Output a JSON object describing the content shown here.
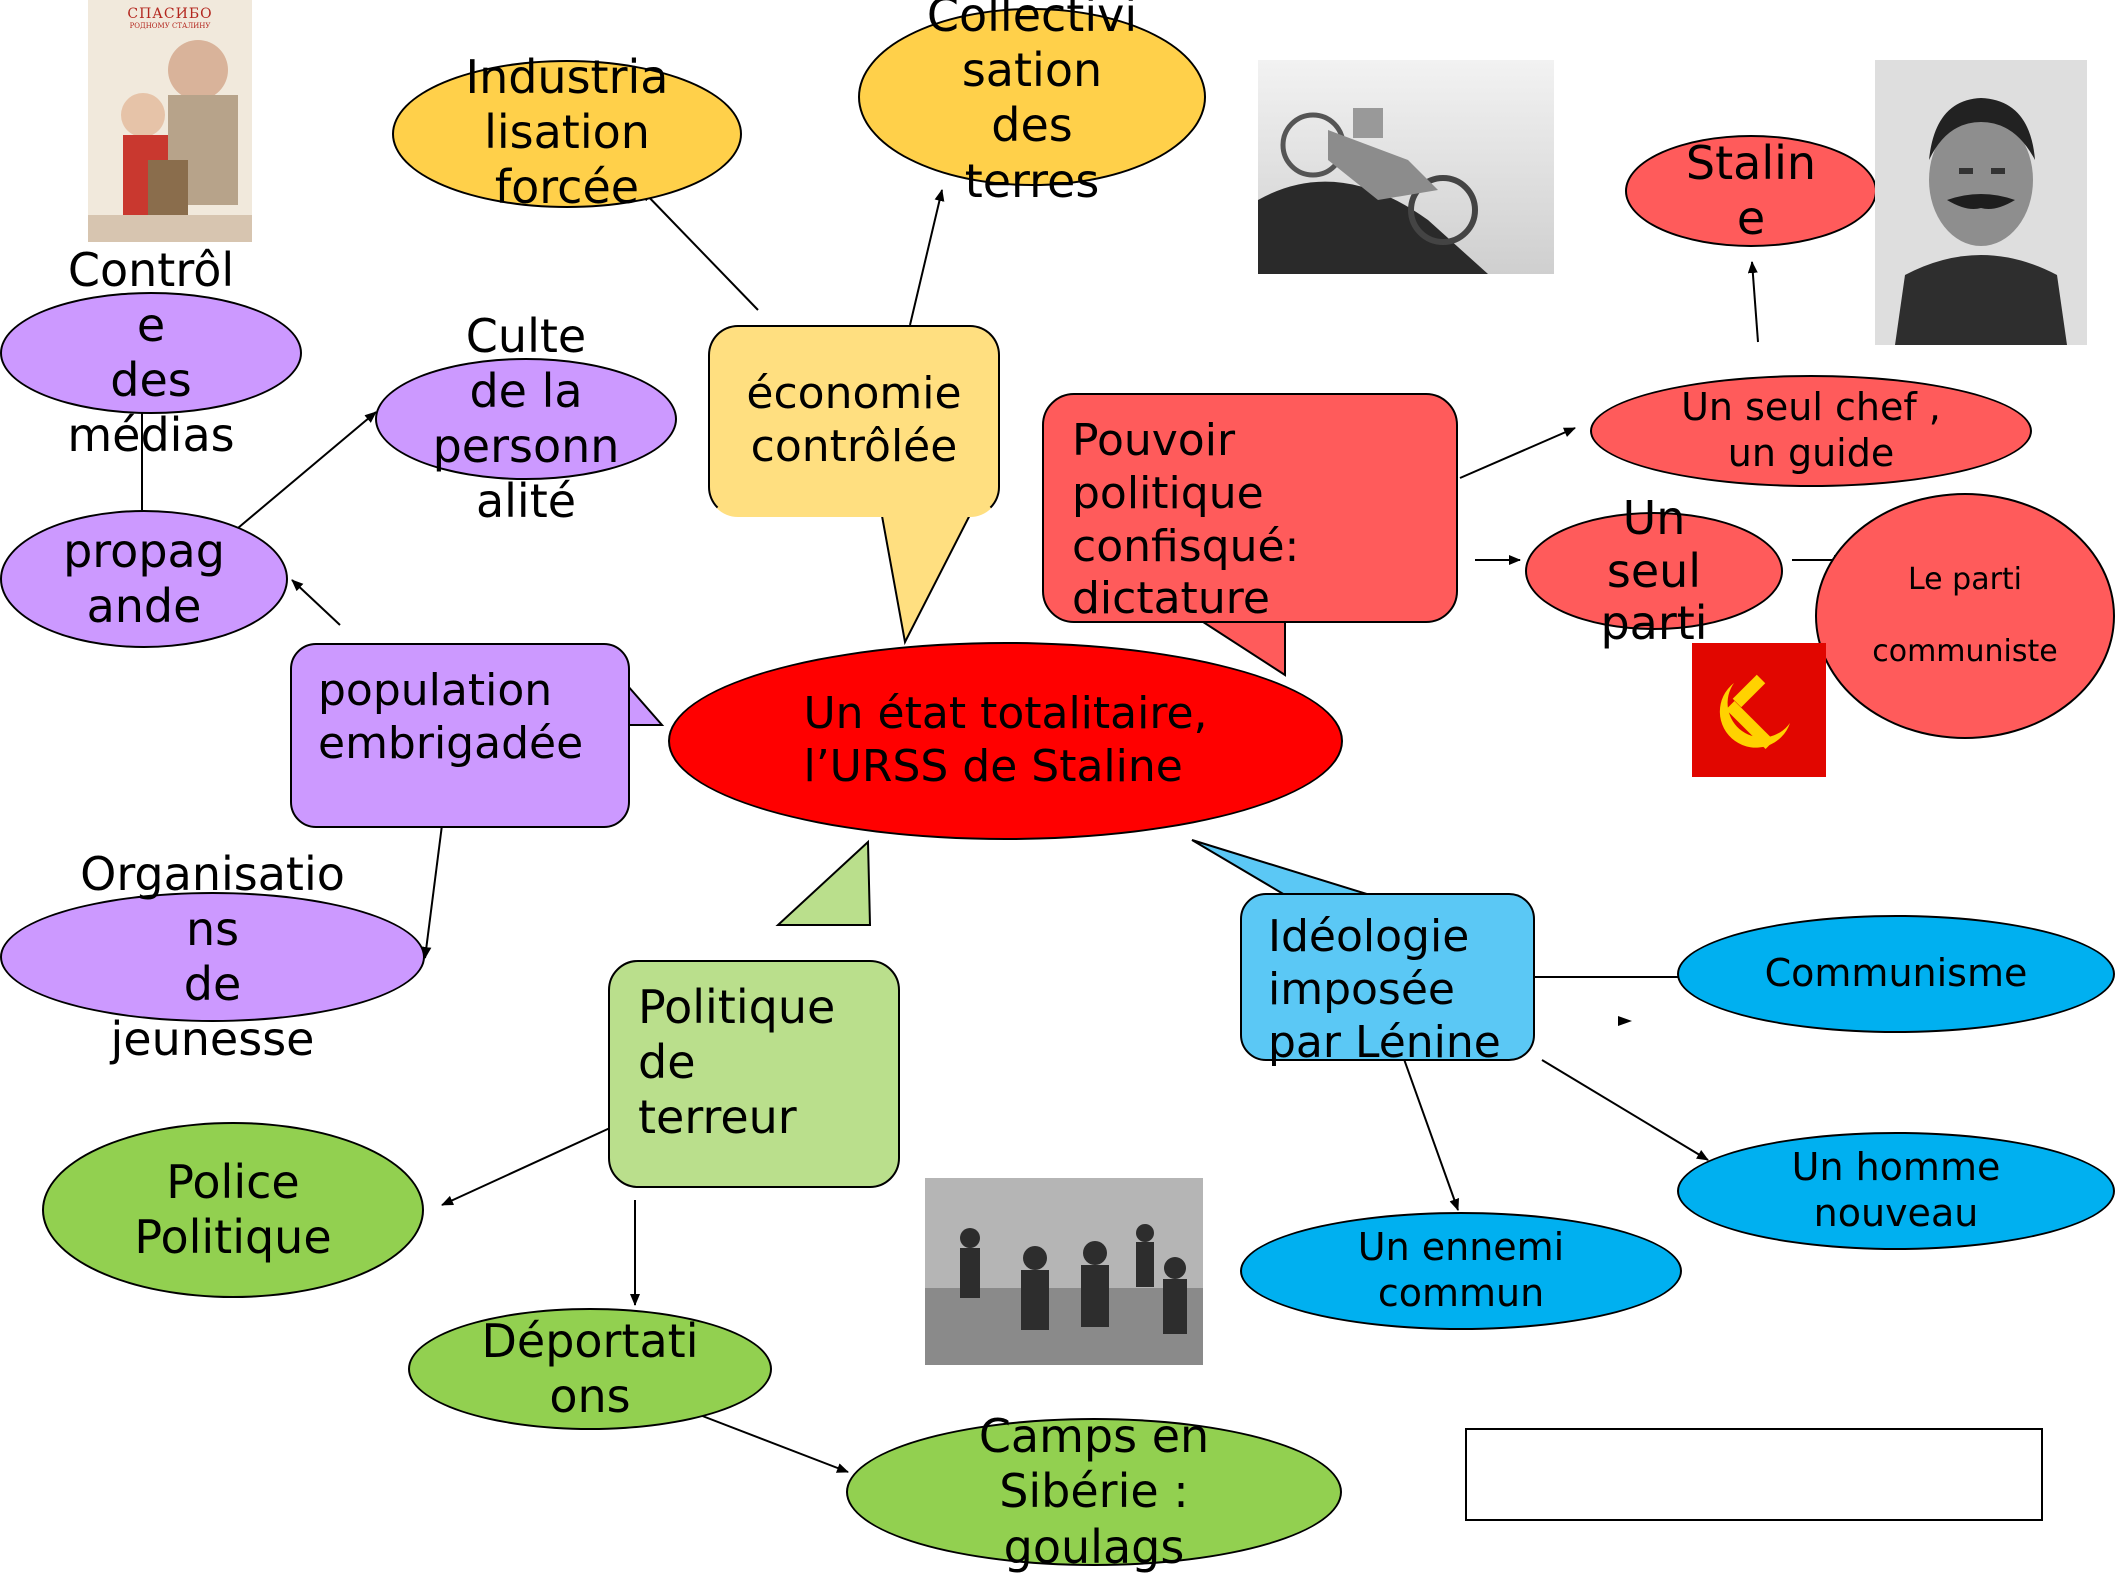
{
  "colors": {
    "red_main": "#ff0000",
    "red_light": "#ff5b5b",
    "yellow": "#ffd04a",
    "yellow_light": "#ffdf80",
    "purple": "#cc99ff",
    "green": "#92d050",
    "green_light": "#badf8c",
    "blue": "#00b0f0",
    "blue_light": "#5bc8f5"
  },
  "center": {
    "title": "Un état totalitaire,\nl’URSS de Staline"
  },
  "economy": {
    "title": "économie\ncontrôlée",
    "items": [
      "Industria\nlisation\nforcée",
      "Collectivi\nsation\ndes\nterres"
    ]
  },
  "politics": {
    "title": "Pouvoir\npolitique\nconfisqué:\ndictature",
    "leader": "Un seul chef ,\nun guide",
    "leader_name": "Stalin\ne",
    "one_party": "Un\nseul\nparti",
    "party": "Le parti\n\ncommuniste"
  },
  "population": {
    "title": "population\nembrigadée",
    "propaganda": "propag\nande",
    "media": "Contrôl\ne\ndes\nmédias",
    "cult": "Culte\nde la\npersonn\nalité",
    "youth": "Organisatio\nns\nde\njeunesse"
  },
  "terror": {
    "title": "Politique\nde\nterreur",
    "police": "Police\nPolitique",
    "deportations": "Déportati\nons",
    "camps": "Camps en\nSibérie :\ngoulags"
  },
  "ideology": {
    "title": "Idéologie\nimposée\npar Lénine",
    "communism": "Communisme",
    "new_man": "Un homme\nnouveau",
    "enemy": "Un ennemi\ncommun"
  },
  "poster": {
    "title": "СПАСИБО",
    "subtitle": "РОДНОМУ СТАЛИНУ"
  },
  "images": [
    "stalin-poster",
    "tractor-photo",
    "stalin-portrait",
    "hammer-sickle-flag",
    "gulag-photo"
  ]
}
